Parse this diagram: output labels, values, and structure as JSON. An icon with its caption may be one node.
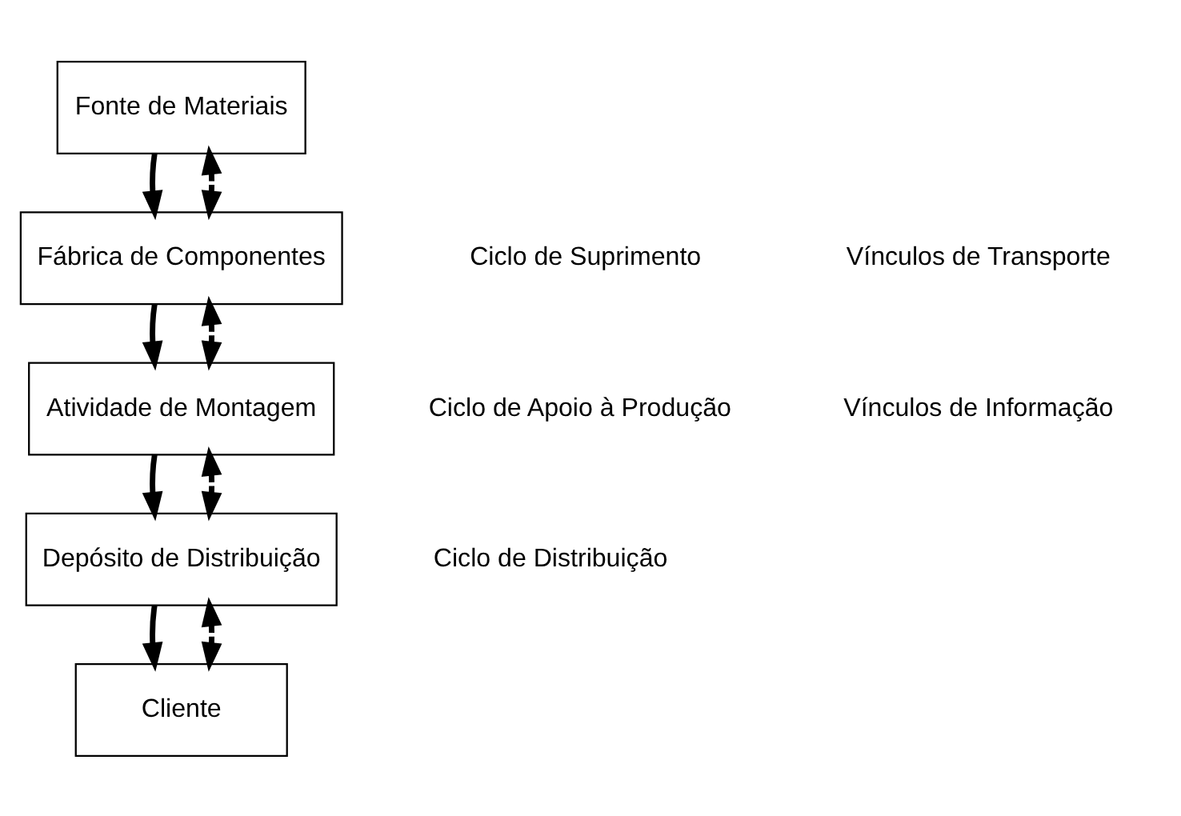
{
  "diagram": {
    "nodes": [
      {
        "text": [
          "Fonte de Materiais"
        ]
      },
      {
        "text": [
          "Fábrica de Componentes"
        ]
      },
      {
        "text": [
          "Atividade de Montagem"
        ]
      },
      {
        "text": [
          "Depósito de Distribuição"
        ]
      },
      {
        "text": [
          "Cliente"
        ]
      }
    ],
    "edges": [
      {
        "from": 0,
        "to": 1,
        "arrow": "to"
      },
      {
        "from": 1,
        "to": 2,
        "arrow": "to"
      },
      {
        "from": 2,
        "to": 3,
        "arrow": "to"
      },
      {
        "from": 3,
        "to": 4,
        "arrow": "to"
      },
      {
        "from": 0,
        "to": 1,
        "arrow": "both",
        "style": "dashed"
      },
      {
        "from": 1,
        "to": 2,
        "arrow": "both",
        "style": "dashed"
      },
      {
        "from": 2,
        "to": 3,
        "arrow": "both",
        "style": "dashed"
      },
      {
        "from": 3,
        "to": 4,
        "arrow": "both",
        "style": "dashed"
      }
    ],
    "labels": [
      "Ciclo de Suprimento",
      "Ciclo de Apoio à Produção",
      "Ciclo de Distribuição"
    ],
    "legend": [
      {
        "text": "Vínculos de Transporte"
      },
      {
        "text": "Vínculos de Informação"
      }
    ]
  }
}
